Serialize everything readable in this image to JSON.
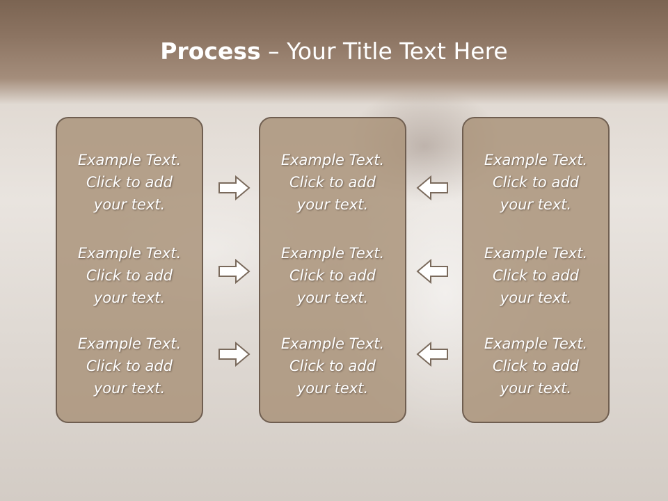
{
  "slide": {
    "title_bold": "Process",
    "title_rest": " – Your Title Text Here"
  },
  "columns": [
    {
      "items": [
        {
          "line1": "Example Text.",
          "line2": "Click  to add",
          "line3": "your text."
        },
        {
          "line1": "Example Text.",
          "line2": "Click  to add",
          "line3": "your text."
        },
        {
          "line1": "Example Text.",
          "line2": "Click  to add",
          "line3": "your text."
        }
      ]
    },
    {
      "items": [
        {
          "line1": "Example Text.",
          "line2": "Click  to add",
          "line3": "your text."
        },
        {
          "line1": "Example Text.",
          "line2": "Click  to add",
          "line3": "your text."
        },
        {
          "line1": "Example Text.",
          "line2": "Click  to add",
          "line3": "your text."
        }
      ]
    },
    {
      "items": [
        {
          "line1": "Example Text.",
          "line2": "Click  to add",
          "line3": "your text."
        },
        {
          "line1": "Example Text.",
          "line2": "Click  to add",
          "line3": "your text."
        },
        {
          "line1": "Example Text.",
          "line2": "Click  to add",
          "line3": "your text."
        }
      ]
    }
  ],
  "colors": {
    "header": "#8c7462",
    "box_fill": "#a89178",
    "box_border": "#6f5e50",
    "arrow": "#7a6a5c",
    "text": "#ffffff"
  },
  "icons": {
    "left_arrows": "arrow-right-icon",
    "right_arrows": "arrow-left-icon"
  }
}
